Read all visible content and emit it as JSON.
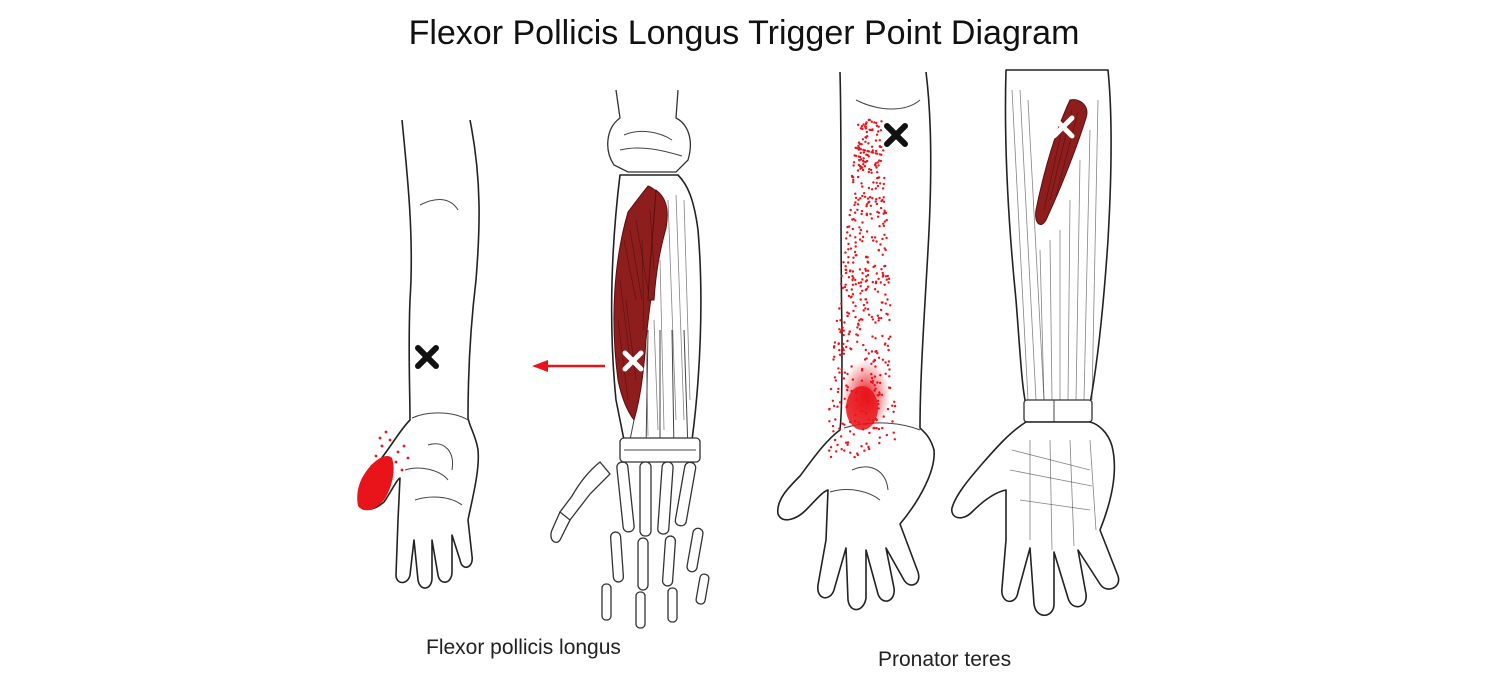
{
  "title": "Flexor Pollicis Longus Trigger Point Diagram",
  "panels": {
    "flexor_pollicis_longus": {
      "caption": "Flexor pollicis longus"
    },
    "pronator_teres": {
      "caption": "Pronator teres"
    }
  },
  "colors": {
    "referred_pain": "#e8141a",
    "muscle": "#8e1d1d",
    "trigger_point_dark": "#111111",
    "trigger_point_light": "#ffffff",
    "arrow": "#e8141a"
  }
}
